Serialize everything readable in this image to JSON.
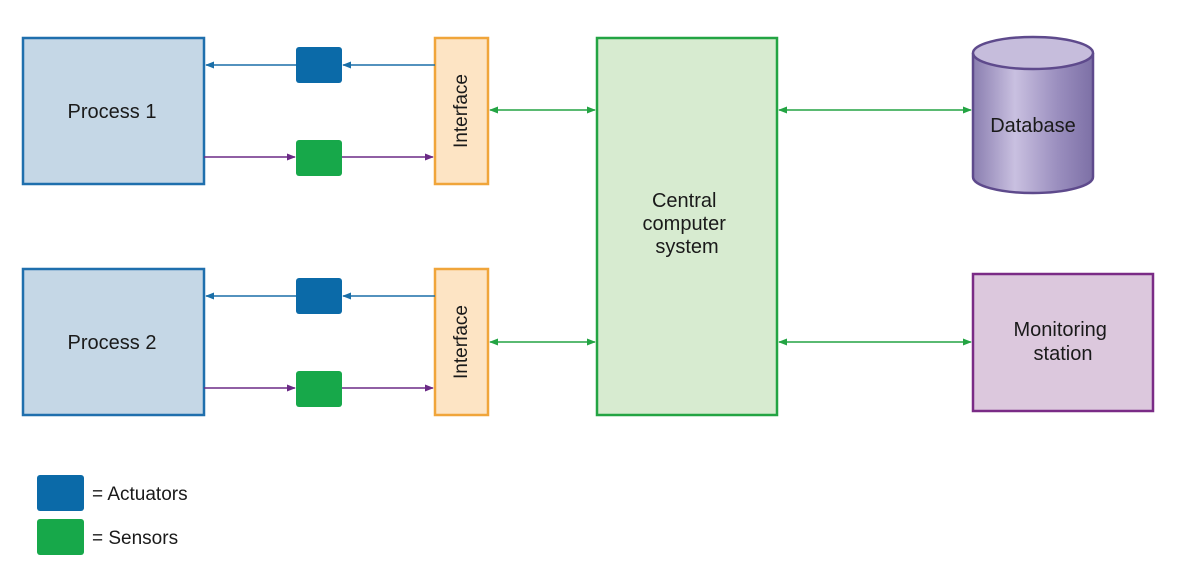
{
  "process1": {
    "label": "Process 1"
  },
  "process2": {
    "label": "Process 2"
  },
  "interface1": {
    "label": "Interface"
  },
  "interface2": {
    "label": "Interface"
  },
  "central": {
    "lines": [
      "Central",
      "computer",
      "system"
    ]
  },
  "database": {
    "label": "Database"
  },
  "monitoring": {
    "lines": [
      "Monitoring",
      "station"
    ]
  },
  "legend": {
    "actuators": "= Actuators",
    "sensors": "= Sensors"
  },
  "colors": {
    "process_fill": "#c5d7e6",
    "process_stroke": "#1f6fad",
    "interface_fill": "#fde4c4",
    "interface_stroke": "#f0a53a",
    "central_fill": "#d7ebd0",
    "central_stroke": "#23a443",
    "database_fill": "#9b8fbf",
    "database_stroke": "#5e4a8c",
    "monitoring_fill": "#dcc8dd",
    "monitoring_stroke": "#7a2b86",
    "actuator": "#0b6aa8",
    "sensor": "#17a84a",
    "actuator_line": "#1a6fa8",
    "sensor_line": "#6b2a86",
    "link_line": "#23a443"
  }
}
